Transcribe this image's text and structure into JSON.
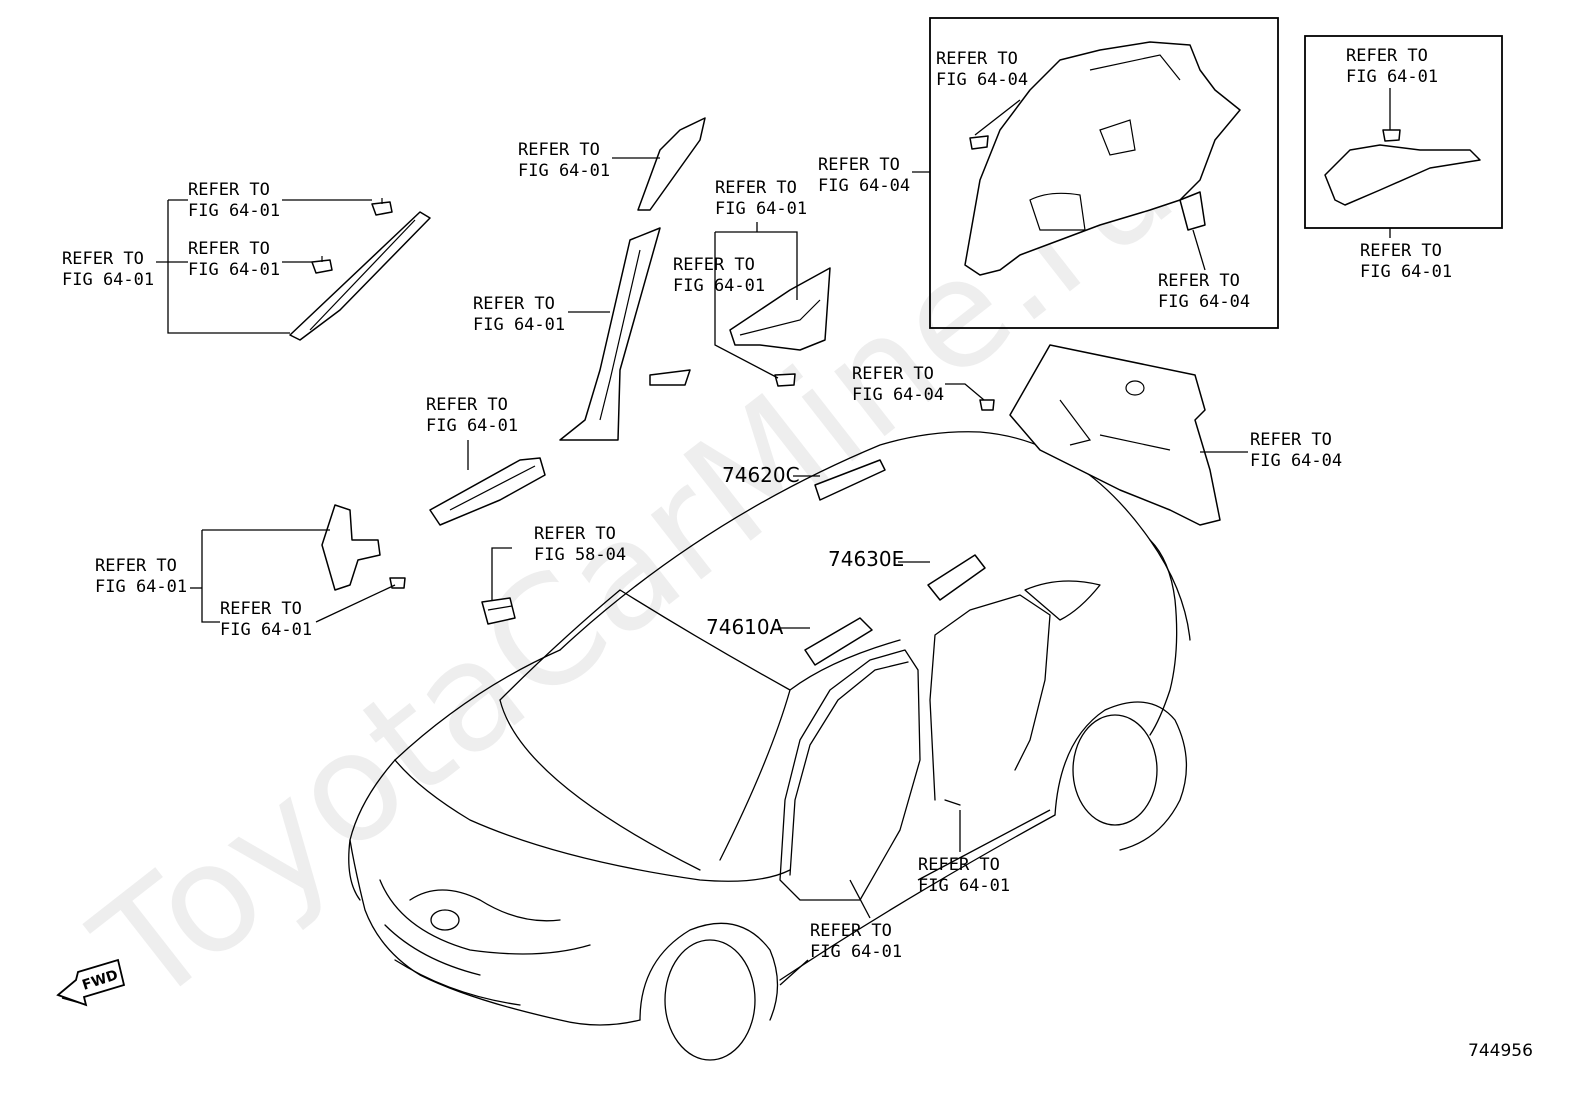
{
  "watermark": "ToyotaCarMine.ru",
  "fwd_label": "FWD",
  "figure_number": "744956",
  "part_numbers": {
    "grip_rear": "74620C",
    "grip_mid": "74630E",
    "grip_front": "74610A"
  },
  "refs": {
    "a_pillar_left_outer": [
      "REFER TO",
      "FIG 64-01"
    ],
    "a_pillar_clip_top": [
      "REFER TO",
      "FIG 64-01"
    ],
    "a_pillar_clip_bottom": [
      "REFER TO",
      "FIG 64-01"
    ],
    "a_pillar_top": [
      "REFER TO",
      "FIG 64-01"
    ],
    "b_pillar": [
      "REFER TO",
      "FIG 64-01"
    ],
    "c_pillar_group": [
      "REFER TO",
      "FIG 64-01"
    ],
    "c_pillar_clip": [
      "REFER TO",
      "FIG 64-01"
    ],
    "scuff_plate": [
      "REFER TO",
      "FIG 64-01"
    ],
    "kick_panel": [
      "REFER TO",
      "FIG 64-01"
    ],
    "kick_clip": [
      "REFER TO",
      "FIG 64-01"
    ],
    "switch": [
      "REFER TO",
      "FIG 58-04"
    ],
    "quarter_box_left": [
      "REFER TO",
      "FIG 64-04"
    ],
    "quarter_box_clip": [
      "REFER TO",
      "FIG 64-04"
    ],
    "quarter_box_cover": [
      "REFER TO",
      "FIG 64-04"
    ],
    "small_box_clip": [
      "REFER TO",
      "FIG 64-01"
    ],
    "small_box_part": [
      "REFER TO",
      "FIG 64-01"
    ],
    "back_trim_clip": [
      "REFER TO",
      "FIG 64-04"
    ],
    "back_trim": [
      "REFER TO",
      "FIG 64-04"
    ],
    "rear_weatherstrip": [
      "REFER TO",
      "FIG 64-01"
    ],
    "front_weatherstrip": [
      "REFER TO",
      "FIG 64-01"
    ]
  }
}
